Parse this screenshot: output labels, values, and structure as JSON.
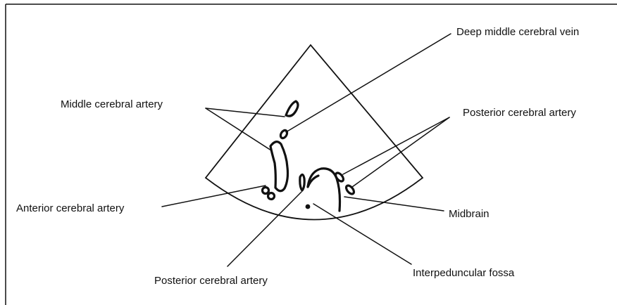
{
  "diagram": {
    "labels": {
      "deep_middle_cerebral_vein": "Deep middle cerebral vein",
      "middle_cerebral_artery": "Middle cerebral artery",
      "posterior_cerebral_artery_right": "Posterior cerebral artery",
      "anterior_cerebral_artery": "Anterior cerebral artery",
      "midbrain": "Midbrain",
      "posterior_cerebral_artery_bottom": "Posterior cerebral artery",
      "interpeduncular_fossa": "Interpeduncular fossa"
    },
    "colors": {
      "stroke": "#111111",
      "background": "#ffffff"
    }
  }
}
